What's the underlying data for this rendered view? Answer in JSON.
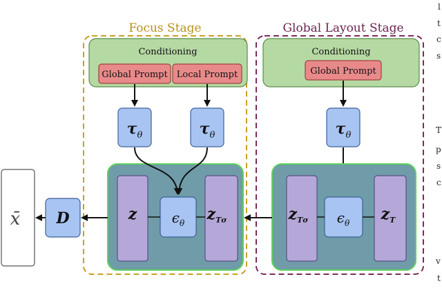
{
  "stages": {
    "focus": {
      "title": "Focus Stage"
    },
    "global": {
      "title": "Global Layout Stage"
    }
  },
  "focus": {
    "conditioning_label": "Conditioning",
    "global_prompt_label": "Global Prompt",
    "local_prompt_label": "Local Prompt",
    "encoder_label": "τθ",
    "latent_left": "z",
    "denoiser": "ϵθ",
    "latent_right": "zTσ"
  },
  "global": {
    "conditioning_label": "Conditioning",
    "global_prompt_label": "Global Prompt",
    "encoder_label": "τθ",
    "latent_left": "zTσ",
    "denoiser": "ϵθ",
    "latent_right": "zT"
  },
  "decoder": {
    "label": "D"
  },
  "output": {
    "label": "x̄"
  },
  "colors": {
    "focus_border": "#c8a020",
    "global_border": "#7a2a5a",
    "conditioning_fill": "#b5d9a2",
    "prompt_fill": "#e98a8a",
    "encoder_fill": "#a8c4f2",
    "latent_panel_fill": "#6f9ca8",
    "latent_panel_border": "#5dd15d",
    "latent_fill": "#b5a8d8"
  }
}
